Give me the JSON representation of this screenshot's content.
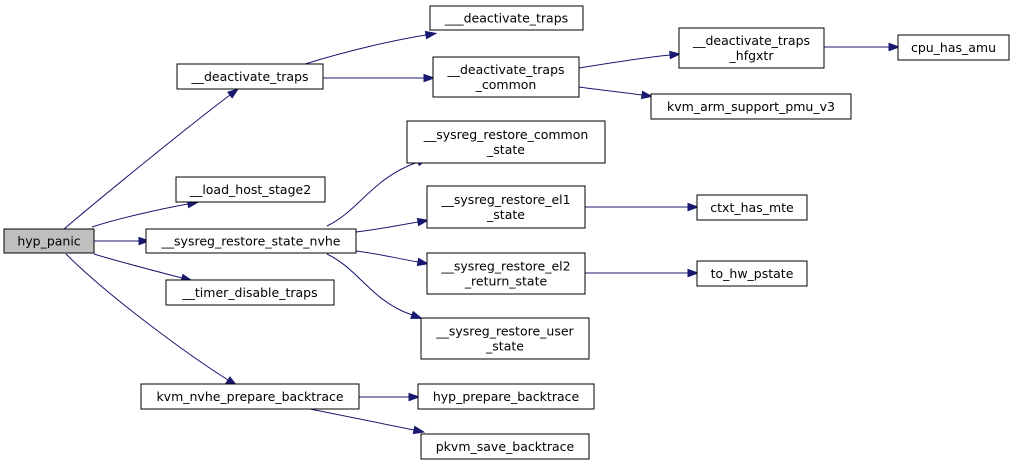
{
  "colors": {
    "edge": "#191970",
    "root_fill": "#bfbfbf",
    "node_fill": "#ffffff",
    "border": "#000000"
  },
  "nodes": [
    {
      "id": "hyp_panic",
      "lines": [
        "hyp_panic"
      ],
      "root": true
    },
    {
      "id": "deactivate_traps",
      "lines": [
        "__deactivate_traps"
      ]
    },
    {
      "id": "deactivate_traps_3u",
      "lines": [
        "___deactivate_traps"
      ]
    },
    {
      "id": "deactivate_traps_common",
      "lines": [
        "__deactivate_traps",
        "_common"
      ]
    },
    {
      "id": "deactivate_traps_hfgxtr",
      "lines": [
        "__deactivate_traps",
        "_hfgxtr"
      ]
    },
    {
      "id": "cpu_has_amu",
      "lines": [
        "cpu_has_amu"
      ]
    },
    {
      "id": "kvm_arm_support_pmu_v3",
      "lines": [
        "kvm_arm_support_pmu_v3"
      ]
    },
    {
      "id": "load_host_stage2",
      "lines": [
        "__load_host_stage2"
      ]
    },
    {
      "id": "sysreg_restore_state_nvhe",
      "lines": [
        "__sysreg_restore_state_nvhe"
      ]
    },
    {
      "id": "sysreg_restore_common_state",
      "lines": [
        "__sysreg_restore_common",
        "_state"
      ]
    },
    {
      "id": "sysreg_restore_el1_state",
      "lines": [
        "__sysreg_restore_el1",
        "_state"
      ]
    },
    {
      "id": "sysreg_restore_el2_return_state",
      "lines": [
        "__sysreg_restore_el2",
        "_return_state"
      ]
    },
    {
      "id": "sysreg_restore_user_state",
      "lines": [
        "__sysreg_restore_user",
        "_state"
      ]
    },
    {
      "id": "ctxt_has_mte",
      "lines": [
        "ctxt_has_mte"
      ]
    },
    {
      "id": "to_hw_pstate",
      "lines": [
        "to_hw_pstate"
      ]
    },
    {
      "id": "timer_disable_traps",
      "lines": [
        "__timer_disable_traps"
      ]
    },
    {
      "id": "kvm_nvhe_prepare_backtrace",
      "lines": [
        "kvm_nvhe_prepare_backtrace"
      ]
    },
    {
      "id": "hyp_prepare_backtrace",
      "lines": [
        "hyp_prepare_backtrace"
      ]
    },
    {
      "id": "pkvm_save_backtrace",
      "lines": [
        "pkvm_save_backtrace"
      ]
    }
  ],
  "edges": [
    {
      "from": "hyp_panic",
      "to": "deactivate_traps"
    },
    {
      "from": "hyp_panic",
      "to": "load_host_stage2"
    },
    {
      "from": "hyp_panic",
      "to": "sysreg_restore_state_nvhe"
    },
    {
      "from": "hyp_panic",
      "to": "timer_disable_traps"
    },
    {
      "from": "hyp_panic",
      "to": "kvm_nvhe_prepare_backtrace"
    },
    {
      "from": "deactivate_traps",
      "to": "deactivate_traps_3u"
    },
    {
      "from": "deactivate_traps",
      "to": "deactivate_traps_common"
    },
    {
      "from": "deactivate_traps_common",
      "to": "deactivate_traps_hfgxtr"
    },
    {
      "from": "deactivate_traps_common",
      "to": "kvm_arm_support_pmu_v3"
    },
    {
      "from": "deactivate_traps_hfgxtr",
      "to": "cpu_has_amu"
    },
    {
      "from": "sysreg_restore_state_nvhe",
      "to": "sysreg_restore_common_state"
    },
    {
      "from": "sysreg_restore_state_nvhe",
      "to": "sysreg_restore_el1_state"
    },
    {
      "from": "sysreg_restore_state_nvhe",
      "to": "sysreg_restore_el2_return_state"
    },
    {
      "from": "sysreg_restore_state_nvhe",
      "to": "sysreg_restore_user_state"
    },
    {
      "from": "sysreg_restore_el1_state",
      "to": "ctxt_has_mte"
    },
    {
      "from": "sysreg_restore_el2_return_state",
      "to": "to_hw_pstate"
    },
    {
      "from": "kvm_nvhe_prepare_backtrace",
      "to": "hyp_prepare_backtrace"
    },
    {
      "from": "kvm_nvhe_prepare_backtrace",
      "to": "pkvm_save_backtrace"
    }
  ]
}
